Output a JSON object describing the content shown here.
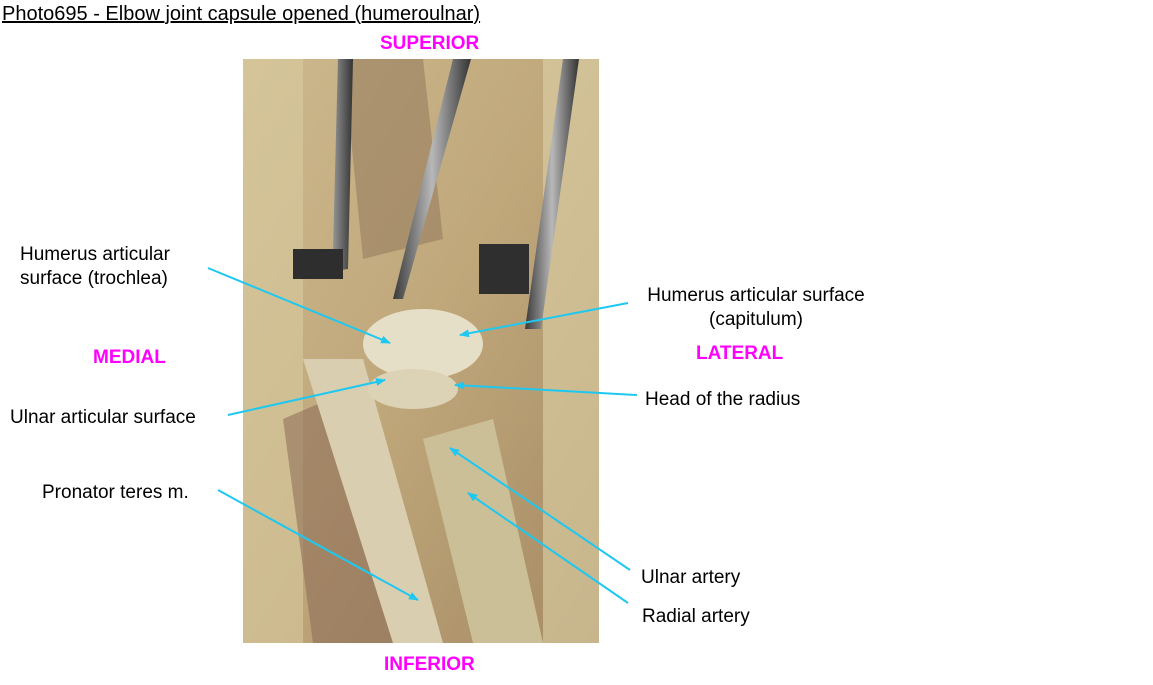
{
  "title": "Photo695 - Elbow joint capsule opened (humeroulnar)",
  "directions": {
    "superior": "SUPERIOR",
    "inferior": "INFERIOR",
    "medial": "MEDIAL",
    "lateral": "LATERAL"
  },
  "labels": {
    "trochlea_1": "Humerus articular",
    "trochlea_2": "surface (trochlea)",
    "capitulum_1": "Humerus articular surface",
    "capitulum_2": "(capitulum)",
    "ulnar_surface": "Ulnar articular surface",
    "head_radius": "Head of the radius",
    "pronator": "Pronator teres m.",
    "ulnar_artery": "Ulnar artery",
    "radial_artery": "Radial artery"
  },
  "colors": {
    "direction": "#ff00ff",
    "leader": "#1ec8f0"
  }
}
